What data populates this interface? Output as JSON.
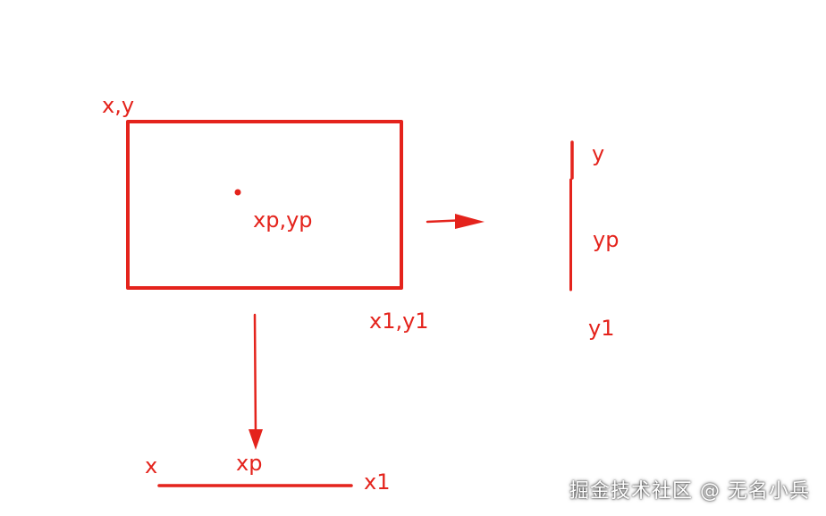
{
  "colors": {
    "ink": "#e4231c",
    "background": "#ffffff"
  },
  "labels": {
    "top_left": "x,y",
    "point": "xp,yp",
    "bottom_right": "x1,y1",
    "vertical_top": "y",
    "vertical_mid": "yp",
    "vertical_bottom": "y1",
    "horizontal_left": "x",
    "horizontal_mid": "xp",
    "horizontal_right": "x1"
  },
  "watermark": "掘金技术社区 @ 无名小兵"
}
